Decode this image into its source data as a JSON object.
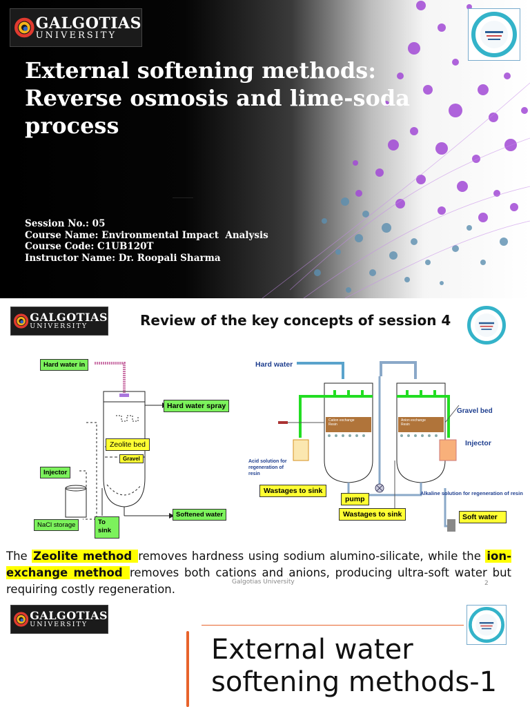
{
  "slide1": {
    "logo": {
      "line1": "GALGOTIAS",
      "line2": "UNIVERSITY"
    },
    "title": "External softening methods: Reverse osmosis and lime-soda process",
    "session": "Session No.: 05",
    "course_name": "Course Name: Environmental Impact  Analysis",
    "course_code": "Course Code: C1UB120T",
    "instructor": "Instructor Name: Dr. Roopali Sharma"
  },
  "slide2": {
    "logo": {
      "line1": "GALGOTIAS",
      "line2": "UNIVERSITY"
    },
    "heading": "Review of the key concepts of session 4",
    "zeolite_diagram": {
      "hard_water_in": "Hard water in",
      "hard_water_spray": "Hard water spray",
      "zeolite_bed": "Zeolite bed",
      "gravel": "Gravel",
      "injector": "Injector",
      "nacl_storage": "NaCl storage",
      "to_sink": "To sink",
      "softened_water": "Softened water"
    },
    "ion_exchange_diagram": {
      "hard_water": "Hard water",
      "gravel_bed": "Gravel bed",
      "injector": "Injector",
      "cation_resin": "Cation exchange Resin",
      "anion_resin": "Anion exchange Resin",
      "acid_solution": "Acid solution for regeneration of resin",
      "wastages_to_sink_1": "Wastages to sink",
      "pump": "pump",
      "alkaline_solution": "Alkaline solution for regeneration of resin",
      "wastages_to_sink_2": "Wastages to sink",
      "soft_water": "Soft water"
    },
    "paragraph": {
      "p1": "The ",
      "zeolite": "Zeolite method ",
      "p2": " removes hardness using sodium alumino-silicate, while the ",
      "ion": "ion-exchange method ",
      "p3": " removes both cations and anions, producing ultra-soft water but requiring costly regeneration."
    },
    "footer": "Galgotias University",
    "page_number": "2",
    "colors": {
      "label_green": "#7cf25c",
      "label_yellow": "#ffff33",
      "highlight": "#ffff00",
      "pipe_green": "#22dd22"
    }
  },
  "slide3": {
    "logo": {
      "line1": "GALGOTIAS",
      "line2": "UNIVERSITY"
    },
    "title": "External water softening methods-1",
    "accent": "#e8632b"
  }
}
